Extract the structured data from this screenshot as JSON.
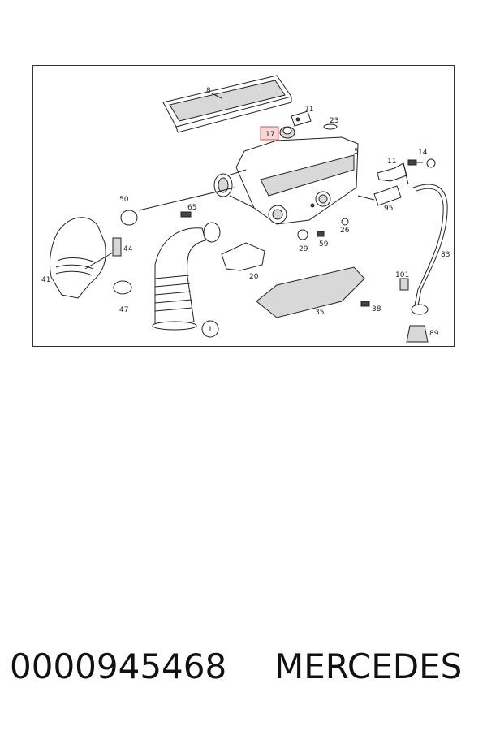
{
  "diagram": {
    "labels": [
      "8",
      "71",
      "23",
      "17",
      "5",
      "11",
      "14",
      "50",
      "65",
      "95",
      "44",
      "26",
      "41",
      "29",
      "59",
      "20",
      "83",
      "101",
      "47",
      "35",
      "38",
      "89",
      "1"
    ],
    "highlighted_label": "17",
    "highlight_color": "#d9534f"
  },
  "footer": {
    "part_number": "0000945468",
    "brand": "MERCEDES"
  }
}
